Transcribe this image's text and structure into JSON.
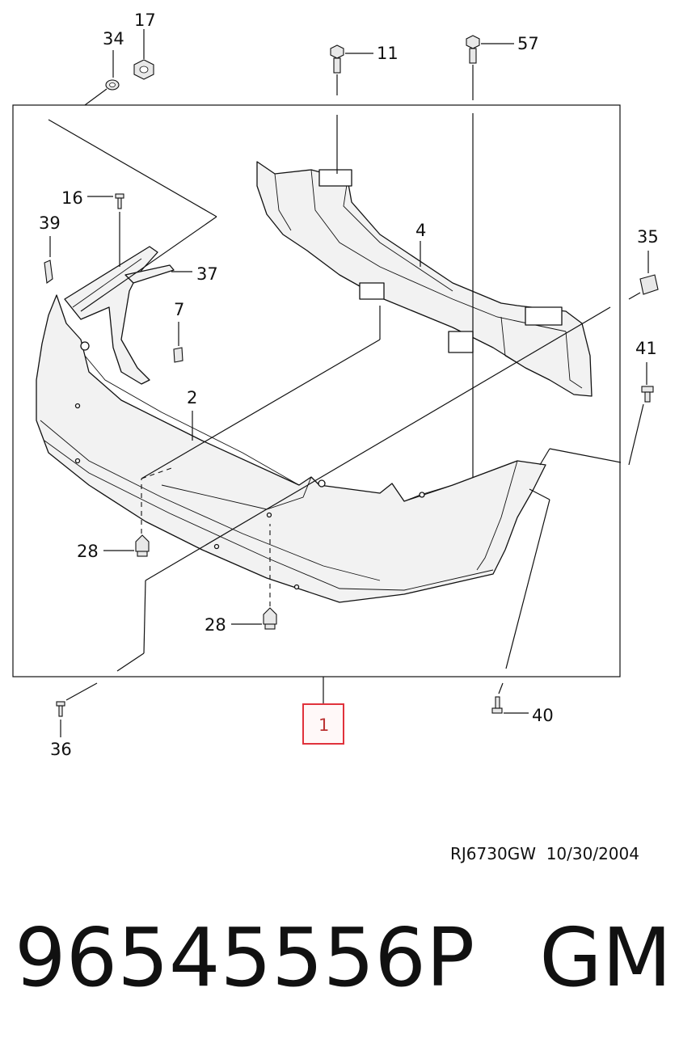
{
  "diagram": {
    "callouts": [
      {
        "id": "c34",
        "label": "34"
      },
      {
        "id": "c17",
        "label": "17"
      },
      {
        "id": "c11",
        "label": "11"
      },
      {
        "id": "c57",
        "label": "57"
      },
      {
        "id": "c16",
        "label": "16"
      },
      {
        "id": "c39",
        "label": "39"
      },
      {
        "id": "c4",
        "label": "4"
      },
      {
        "id": "c35",
        "label": "35"
      },
      {
        "id": "c37",
        "label": "37"
      },
      {
        "id": "c7",
        "label": "7"
      },
      {
        "id": "c41",
        "label": "41"
      },
      {
        "id": "c2",
        "label": "2"
      },
      {
        "id": "c28a",
        "label": "28"
      },
      {
        "id": "c28b",
        "label": "28"
      },
      {
        "id": "c36",
        "label": "36"
      },
      {
        "id": "c1",
        "label": "1"
      },
      {
        "id": "c40",
        "label": "40"
      }
    ],
    "highlight_color": "#e0323c"
  },
  "footer": {
    "ref_code": "RJ6730GW",
    "date": "10/30/2004",
    "part_number": "96545556P",
    "brand": "GM"
  }
}
